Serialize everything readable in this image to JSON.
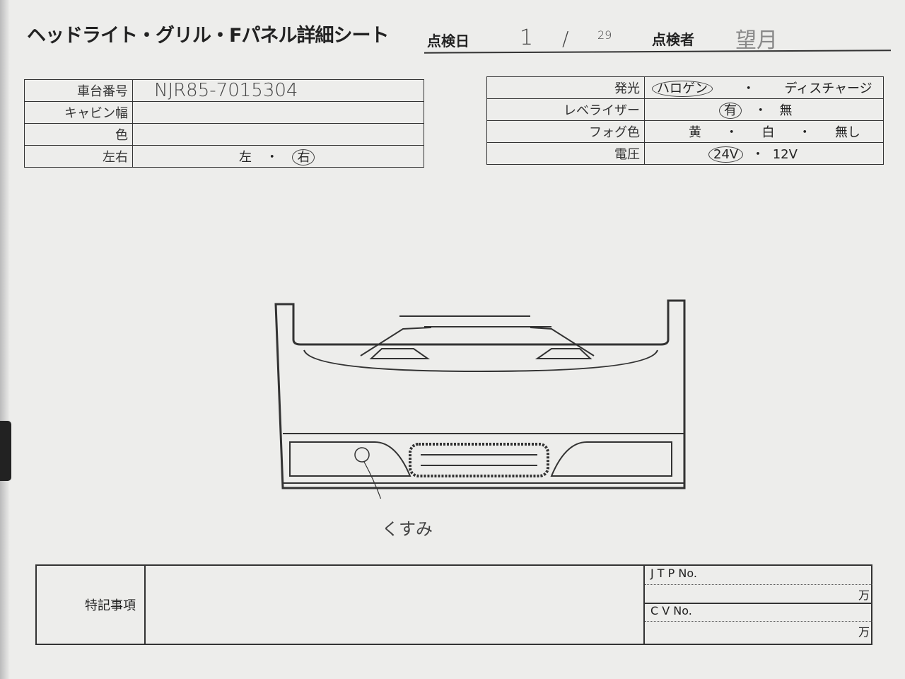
{
  "title": "ヘッドライト・グリル・Fパネル詳細シート",
  "inspection_date": {
    "label": "点検日",
    "month": "1",
    "sep": "/",
    "day": "29"
  },
  "inspector": {
    "label": "点検者",
    "value": "望月"
  },
  "left_table": [
    {
      "label": "車台番号",
      "value": "NJR85-7015304"
    },
    {
      "label": "キャビン幅",
      "value": ""
    },
    {
      "label": "色",
      "value": ""
    },
    {
      "label": "左右",
      "options": [
        "左",
        "右"
      ],
      "sep": "・",
      "selected": "右"
    }
  ],
  "right_table": [
    {
      "label": "発光",
      "options": [
        "ハロゲン",
        "ディスチャージ"
      ],
      "selected": "ハロゲン"
    },
    {
      "label": "レベライザー",
      "options": [
        "有",
        "無"
      ],
      "selected": "有"
    },
    {
      "label": "フォグ色",
      "options": [
        "黄",
        "白",
        "無し"
      ],
      "selected": ""
    },
    {
      "label": "電圧",
      "options": [
        "24V",
        "12V"
      ],
      "selected": "24V"
    }
  ],
  "sep": "・",
  "annotation": "くすみ",
  "notes": {
    "label": "特記事項",
    "value": ""
  },
  "jtp": {
    "label": "J T P No.",
    "unit": "万"
  },
  "cv": {
    "label": "C V No.",
    "unit": "万"
  }
}
